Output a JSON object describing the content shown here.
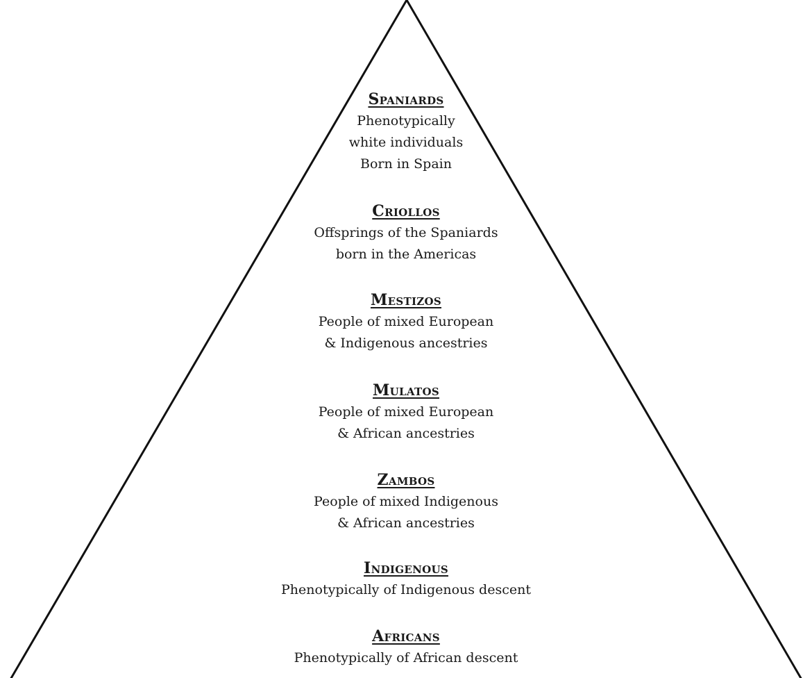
{
  "tiers": [
    {
      "title": "Spaniards",
      "lines": [
        "Phenotypically",
        "white individuals",
        "Born in Spain"
      ]
    },
    {
      "title": "Criollos",
      "lines": [
        "Offsprings of the Spaniards",
        "born in the Americas"
      ]
    },
    {
      "title": "Mestizos",
      "lines": [
        "People of mixed European",
        "& Indigenous ancestries"
      ]
    },
    {
      "title": "Mulatos",
      "lines": [
        "People of mixed European",
        "& African ancestries"
      ]
    },
    {
      "title": "Zambos",
      "lines": [
        "People of mixed Indigenous",
        "& African ancestries"
      ]
    },
    {
      "title": "Indigenous",
      "lines": [
        "Phenotypically of Indigenous descent"
      ]
    },
    {
      "title": "Africans",
      "lines": [
        "Phenotypically of African descent"
      ]
    }
  ],
  "colors": {
    "outline": "#111111",
    "text": "#1a1a1a",
    "background": "#ffffff"
  }
}
